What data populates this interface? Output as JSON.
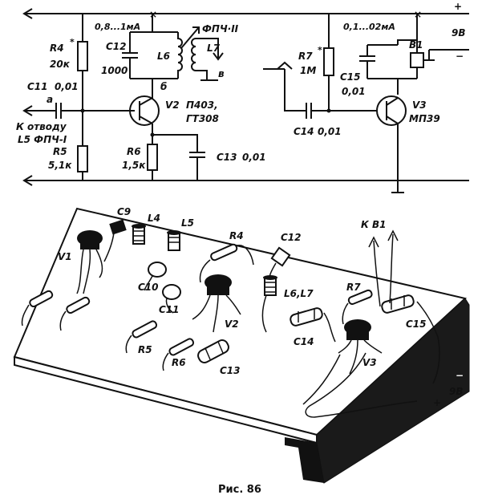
{
  "schematic": {
    "supply_plus": "+",
    "supply_minus": "−",
    "supply_voltage": "9В",
    "current_v2": "0,8...1мА",
    "current_v3": "0,1...02мА",
    "fpch_label": "ФПЧ·II",
    "r4_label": "R4",
    "r4_value": "20к",
    "c11_label": "С11",
    "c11_value": "0,01",
    "input_a": "а",
    "input_text_1": "К отводу",
    "input_text_2": "L5 ФПЧ-I",
    "r5_label": "R5",
    "r5_value": "5,1к",
    "c12_label": "С12",
    "c12_value": "1000",
    "l6_label": "L6",
    "l7_label": "L7",
    "node_b": "б",
    "node_v": "в",
    "v2_label": "V2",
    "v2_type_1": "П403,",
    "v2_type_2": "ГТ308",
    "r6_label": "R6",
    "r6_value": "1,5к",
    "c13_label": "С13",
    "c13_value": "0,01",
    "r7_label": "R7",
    "r7_value": "1М",
    "c14_label": "С14",
    "c14_value": "0,01",
    "c15_label": "С15",
    "c15_value": "0,01",
    "b1_label": "В1",
    "v3_label": "V3",
    "v3_type": "МП39"
  },
  "assembly": {
    "c9": "С9",
    "l4": "L4",
    "l5": "L5",
    "v1": "V1",
    "r4": "R4",
    "c12": "С12",
    "to_b1": "К В1",
    "c10": "С10",
    "c11": "С11",
    "l67": "L6,L7",
    "r7": "R7",
    "c15": "С15",
    "v2": "V2",
    "r5": "R5",
    "c14": "С14",
    "r6": "R6",
    "c13": "С13",
    "v3": "V3",
    "minus": "−",
    "plus": "+",
    "voltage": "9В"
  },
  "caption": "Рис. 86"
}
